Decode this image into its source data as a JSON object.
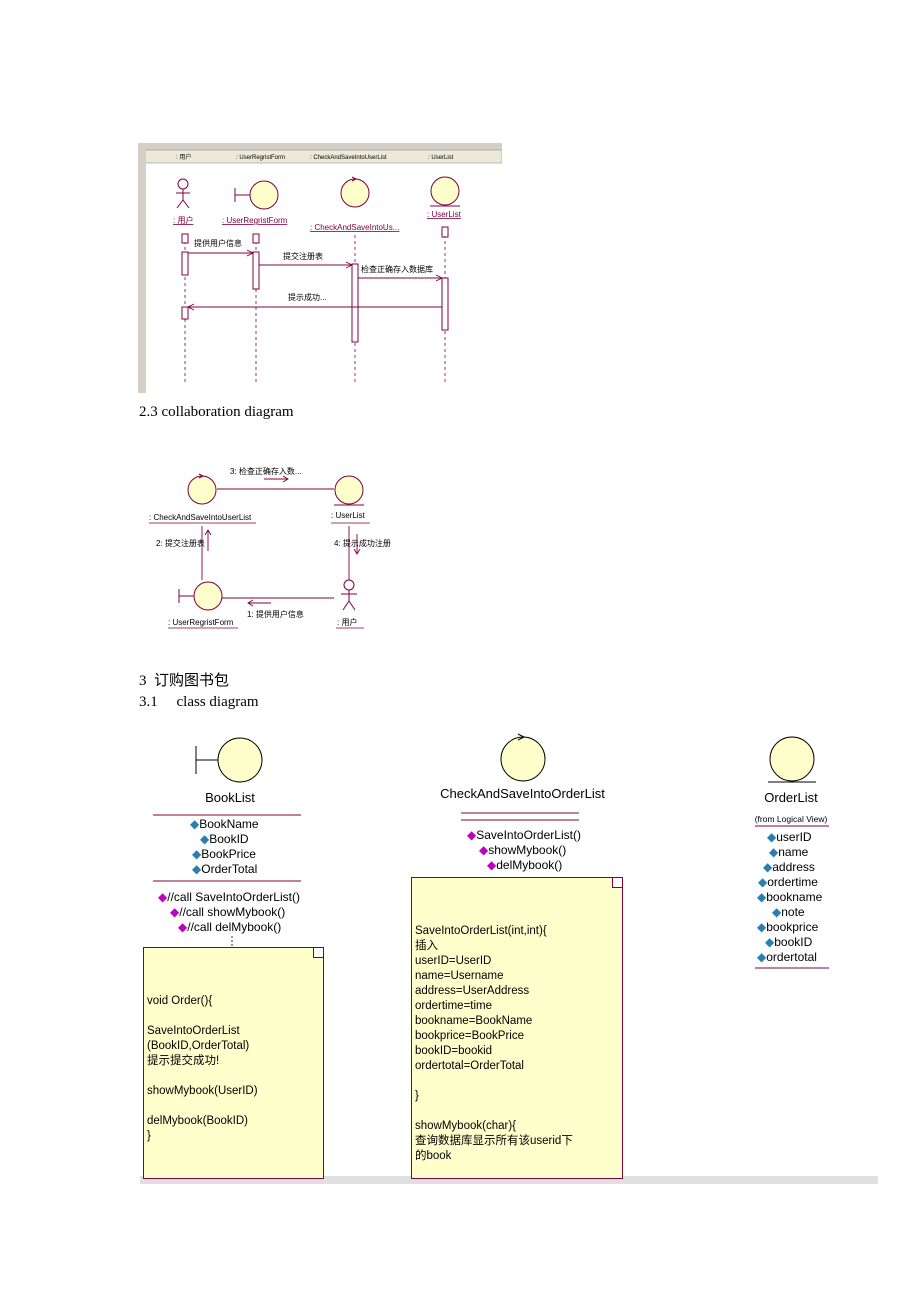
{
  "sequence": {
    "headers": [
      ": 用户",
      ": UserRegristForm",
      ": CheckAndSaveIntoUserList",
      ": UserList"
    ],
    "objects": [
      ": 用户",
      ": UserRegristForm",
      ": CheckAndSaveIntoUs...",
      ": UserList"
    ],
    "messages": [
      "提供用户信息",
      "提交注册表",
      "检查正确存入数据库",
      "提示成功..."
    ]
  },
  "section_2_3": "2.3 collaboration diagram",
  "collaboration": {
    "objects": [
      ": CheckAndSaveIntoUserList",
      ": UserList",
      ": UserRegristForm",
      ": 用户"
    ],
    "messages": [
      "3: 检查正确存入数...",
      "2: 提交注册表",
      "4: 提示成功注册",
      "1: 提供用户信息"
    ]
  },
  "section_3": "3  订购图书包",
  "section_3_1": "3.1     class diagram",
  "classes": {
    "booklist": {
      "name": "BookList",
      "attributes": [
        "BookName",
        "BookID",
        "BookPrice",
        "OrderTotal"
      ],
      "operations": [
        "//call SaveIntoOrderList()",
        "//call showMybook()",
        "//call delMybook()"
      ],
      "note": "void Order(){\n\nSaveIntoOrderList\n(BookID,OrderTotal)\n提示提交成功!\n\nshowMybook(UserID)\n\ndelMybook(BookID)\n}"
    },
    "checkandsave": {
      "name": "CheckAndSaveIntoOrderList",
      "operations": [
        "SaveIntoOrderList()",
        "showMybook()",
        "delMybook()"
      ],
      "note": "SaveIntoOrderList(int,int){\n插入\nuserID=UserID\nname=Username\naddress=UserAddress\nordertime=time\nbookname=BookName\nbookprice=BookPrice\nbookID=bookid\nordertotal=OrderTotal\n\n}\n\nshowMybook(char){\n查询数据库显示所有该userid下\n的book\n\ndelMybook(int){\ndelete bookID\n}"
    },
    "orderlist": {
      "name": "OrderList",
      "stereotype": "(from Logical View)",
      "attributes": [
        "userID",
        "name",
        "address",
        "ordertime",
        "bookname",
        "note",
        "bookprice",
        "bookID",
        "ordertotal"
      ]
    }
  },
  "colors": {
    "actor": "#800040",
    "object_fill": "#ffffcc",
    "note_fill": "#ffffcc"
  }
}
